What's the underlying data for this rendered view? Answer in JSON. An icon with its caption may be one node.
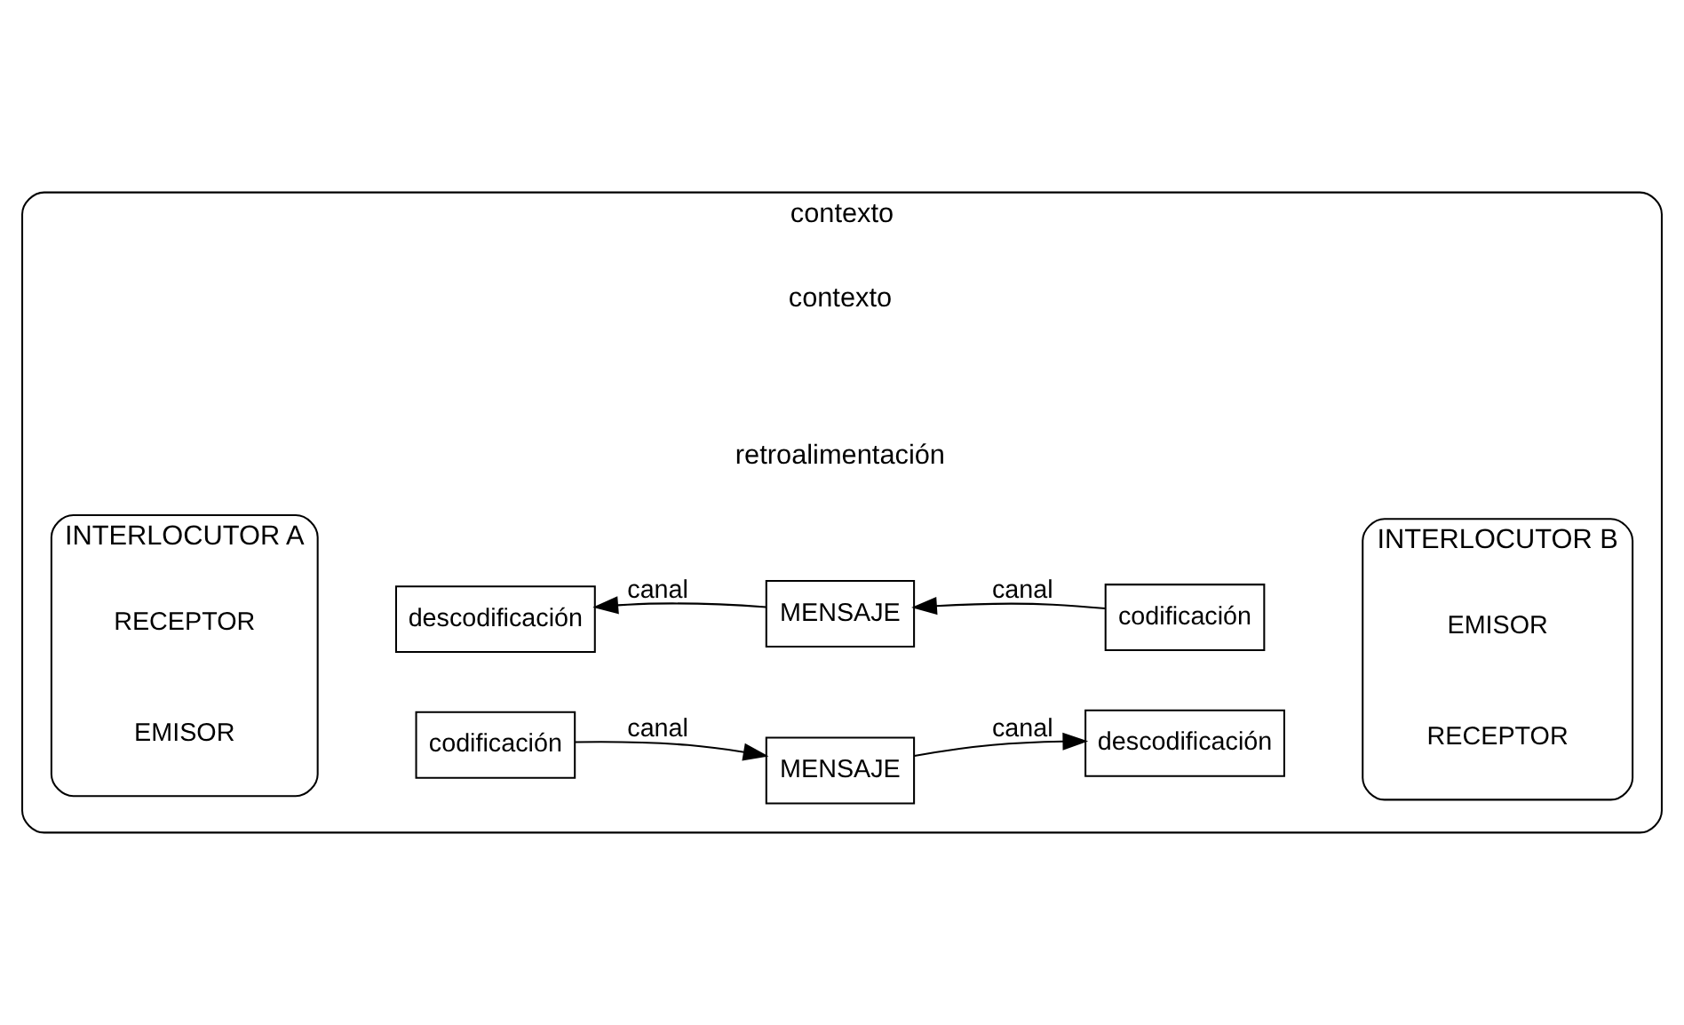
{
  "diagram": {
    "nodes": [
      {
        "text": [
          "contexto"
        ]
      },
      {
        "text": [
          "INTERLOCUTOR A"
        ],
        "in": 0
      },
      {
        "text": [
          "EMISOR"
        ],
        "in": 1
      },
      {
        "text": [
          "RECEPTOR"
        ],
        "in": 1
      },
      {
        "text": [
          "codificación"
        ],
        "in": 0
      },
      {
        "text": [
          "MENSAJE"
        ],
        "in": 0
      },
      {
        "text": [
          "descodificación"
        ],
        "in": 0
      },
      {
        "text": [
          "INTERLOCUTOR B"
        ],
        "in": 0
      },
      {
        "text": [
          "RECEPTOR"
        ],
        "in": 7
      },
      {
        "text": [
          "EMISOR"
        ],
        "in": 7
      },
      {
        "text": [
          "descodificación"
        ],
        "in": 0
      },
      {
        "text": [
          "MENSAJE"
        ],
        "in": 0
      },
      {
        "text": [
          "codificación"
        ],
        "in": 0
      }
    ],
    "edges": [
      {
        "from": 4,
        "to": 5,
        "arrow": "to",
        "label": "canal"
      },
      {
        "from": 5,
        "to": 6,
        "arrow": "to",
        "label": "canal"
      },
      {
        "from": 12,
        "to": 11,
        "arrow": "to",
        "label": "canal"
      },
      {
        "from": 11,
        "to": 10,
        "arrow": "to",
        "label": "canal"
      }
    ],
    "labels": [
      "retroalimentación",
      "contexto"
    ]
  }
}
